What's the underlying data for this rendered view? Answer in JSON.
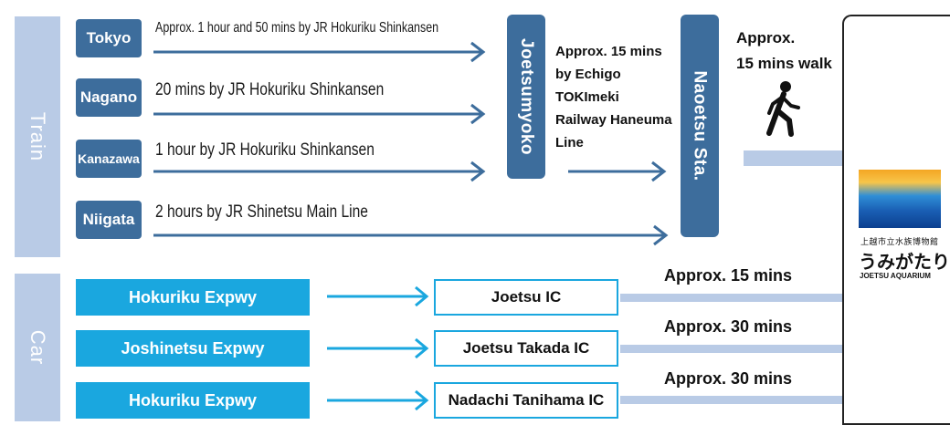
{
  "train": {
    "label": "Train",
    "origins": [
      {
        "city": "Tokyo",
        "route": "Approx. 1 hour and 50 mins by JR Hokuriku Shinkansen"
      },
      {
        "city": "Nagano",
        "route": "20 mins by JR Hokuriku Shinkansen"
      },
      {
        "city": "Kanazawa",
        "route": "1 hour by JR Hokuriku Shinkansen"
      },
      {
        "city": "Niigata",
        "route": "2 hours by JR Shinetsu Main Line"
      }
    ],
    "transfer_station": "Joetsumyoko",
    "transfer_route_lines": [
      "Approx. 15 mins",
      "by Echigo TOKImeki",
      "Railway Haneuma",
      "Line"
    ],
    "arrival_station": "Naoetsu Sta.",
    "walk_lines": [
      "Approx.",
      "15 mins walk"
    ],
    "walk_icon": "walking-person-icon"
  },
  "car": {
    "label": "Car",
    "routes": [
      {
        "expressway": "Hokuriku Expwy",
        "interchange": "Joetsu IC",
        "time": "Approx. 15 mins"
      },
      {
        "expressway": "Joshinetsu Expwy",
        "interchange": "Joetsu Takada IC",
        "time": "Approx. 30 mins"
      },
      {
        "expressway": "Hokuriku Expwy",
        "interchange": "Nadachi Tanihama IC",
        "time": "Approx. 30 mins"
      }
    ]
  },
  "destination": {
    "jp_small": "上越市立水族博物館",
    "jp_large": "うみがたり",
    "en": "JOETSU AQUARIUM"
  },
  "colors": {
    "train_blue": "#3d6d9c",
    "band": "#b9cbe6",
    "car_blue": "#1aa7df"
  }
}
